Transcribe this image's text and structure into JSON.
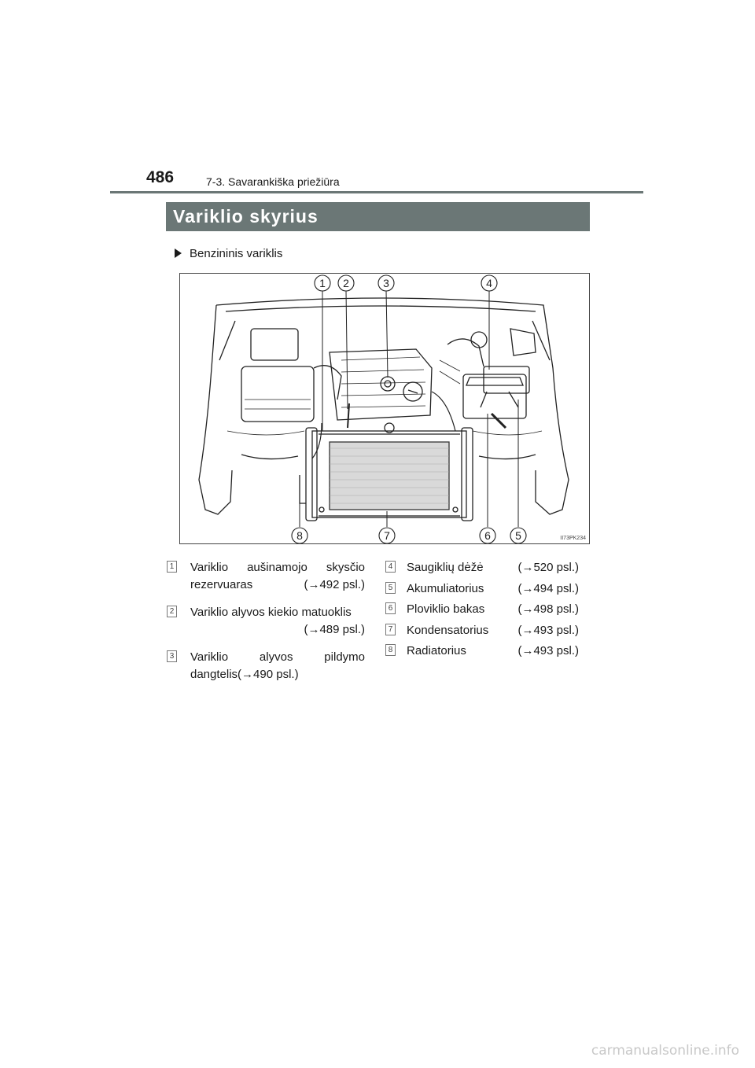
{
  "header": {
    "page_number": "486",
    "section": "7-3. Savarankiška priežiūra"
  },
  "title": "Variklio skyrius",
  "subheading": "Benzininis variklis",
  "figure": {
    "code": "II73PK234",
    "callouts": [
      "1",
      "2",
      "3",
      "4",
      "5",
      "6",
      "7",
      "8"
    ]
  },
  "legend": {
    "left": [
      {
        "num": "1",
        "line1": "Variklio aušinamojo skysčio",
        "line2a": "rezervuaras",
        "ref": "(→492 psl.)"
      },
      {
        "num": "2",
        "line1": "Variklio alyvos kiekio matuoklis",
        "ref": "(→489 psl.)"
      },
      {
        "num": "3",
        "line1": "Variklio alyvos pildymo",
        "line2a": "dangtelis",
        "ref": "(→490 psl.)"
      }
    ],
    "right": [
      {
        "num": "4",
        "label": "Saugiklių dėžė",
        "ref": "(→520 psl.)"
      },
      {
        "num": "5",
        "label": "Akumuliatorius",
        "ref": "(→494 psl.)"
      },
      {
        "num": "6",
        "label": "Ploviklio bakas",
        "ref": "(→498 psl.)"
      },
      {
        "num": "7",
        "label": "Kondensatorius",
        "ref": "(→493 psl.)"
      },
      {
        "num": "8",
        "label": "Radiatorius",
        "ref": "(→493 psl.)"
      }
    ]
  },
  "footer": {
    "watermark": "carmanualsonline.info"
  }
}
